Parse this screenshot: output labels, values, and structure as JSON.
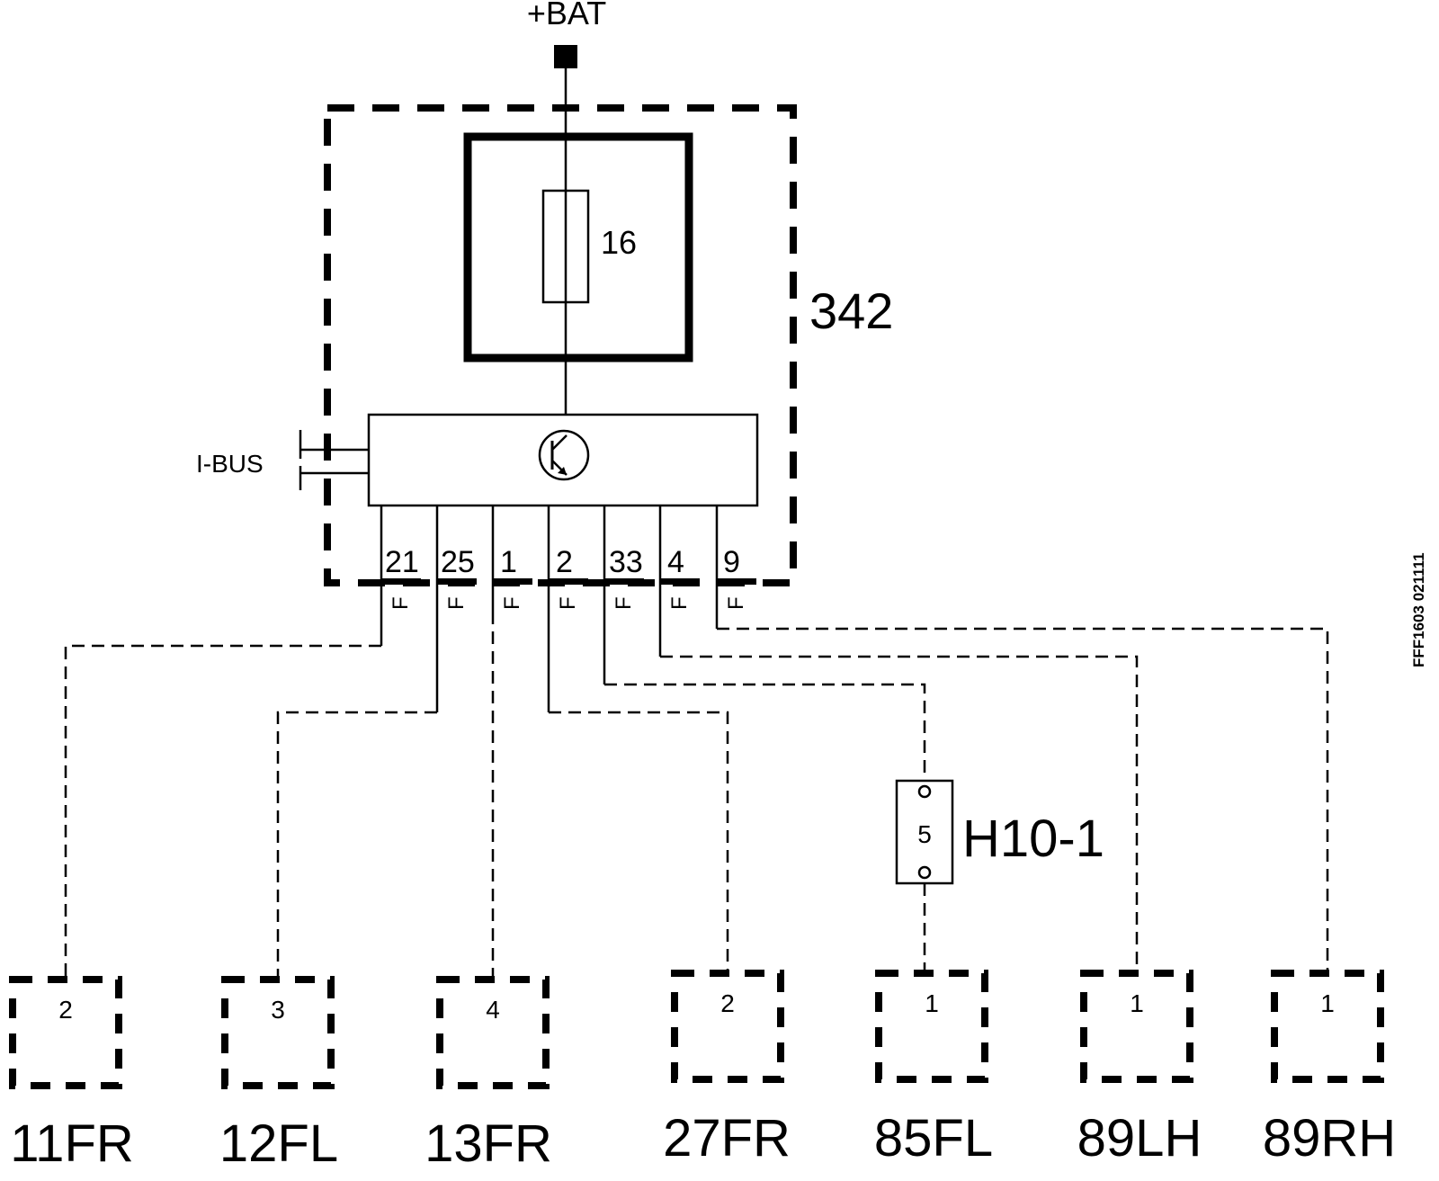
{
  "supply": {
    "label": "+BAT"
  },
  "module": {
    "id": "342",
    "fuse_number": "16"
  },
  "bus": {
    "label": "I-BUS"
  },
  "pins": [
    {
      "number": "21",
      "tag": "F"
    },
    {
      "number": "25",
      "tag": "F"
    },
    {
      "number": "1",
      "tag": "F"
    },
    {
      "number": "2",
      "tag": "F"
    },
    {
      "number": "33",
      "tag": "F"
    },
    {
      "number": "4",
      "tag": "F"
    },
    {
      "number": "9",
      "tag": "F"
    }
  ],
  "connector_h10": {
    "label": "H10-1",
    "pin": "5"
  },
  "components": [
    {
      "label": "11FR",
      "pin": "2"
    },
    {
      "label": "12FL",
      "pin": "3"
    },
    {
      "label": "13FR",
      "pin": "4"
    },
    {
      "label": "27FR",
      "pin": "2"
    },
    {
      "label": "85FL",
      "pin": "1"
    },
    {
      "label": "89LH",
      "pin": "1"
    },
    {
      "label": "89RH",
      "pin": "1"
    }
  ],
  "figure_code": "FFF1603  021111"
}
